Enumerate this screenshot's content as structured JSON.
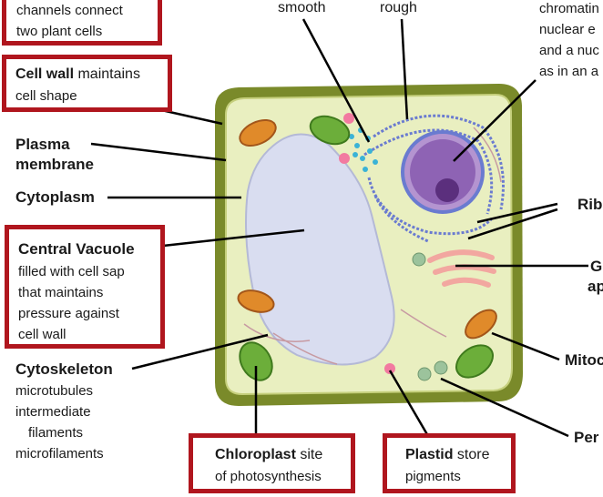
{
  "labels": {
    "top_left_box": {
      "line1": "channels connect",
      "line2": "two plant cells"
    },
    "cell_wall": {
      "title": "Cell wall",
      "desc1": " maintains",
      "desc2": "cell shape"
    },
    "plasma_membrane": {
      "line1": "Plasma",
      "line2": "membrane"
    },
    "cytoplasm": "Cytoplasm",
    "central_vacuole": {
      "title": "Central Vacuole",
      "lines": [
        "filled with cell sap",
        "that maintains",
        "pressure against",
        "cell wall"
      ]
    },
    "cytoskeleton": {
      "title": "Cytoskeleton",
      "lines": [
        "microtubules",
        "intermediate",
        "filaments",
        "microfilaments"
      ]
    },
    "chloroplast": {
      "title": "Chloroplast",
      "desc1": " site",
      "desc2": "of photosynthesis"
    },
    "plastid": {
      "title": "Plastid",
      "desc1": " store",
      "desc2": "pigments"
    },
    "smooth": "smooth",
    "rough": "rough",
    "nucleus_text": [
      "chromatin",
      "nuclear e",
      "and a nuc",
      "as in an a"
    ],
    "ribosomes": "Rib",
    "golgi": {
      "line1": "G",
      "line2": "ap"
    },
    "mitochondria": "Mitoc",
    "peroxisome": "Per"
  },
  "colors": {
    "box_border": "#b0161e",
    "cell_wall": "#7a8a2a",
    "cytoplasm": "#e9efc0",
    "vacuole": "#d9ddf0",
    "nucleus": "#8e63b4",
    "er": "#6a7bd0",
    "chloroplast": "#6cae3a",
    "mitochondria": "#e08a2a",
    "golgi": "#f2a7a0"
  }
}
